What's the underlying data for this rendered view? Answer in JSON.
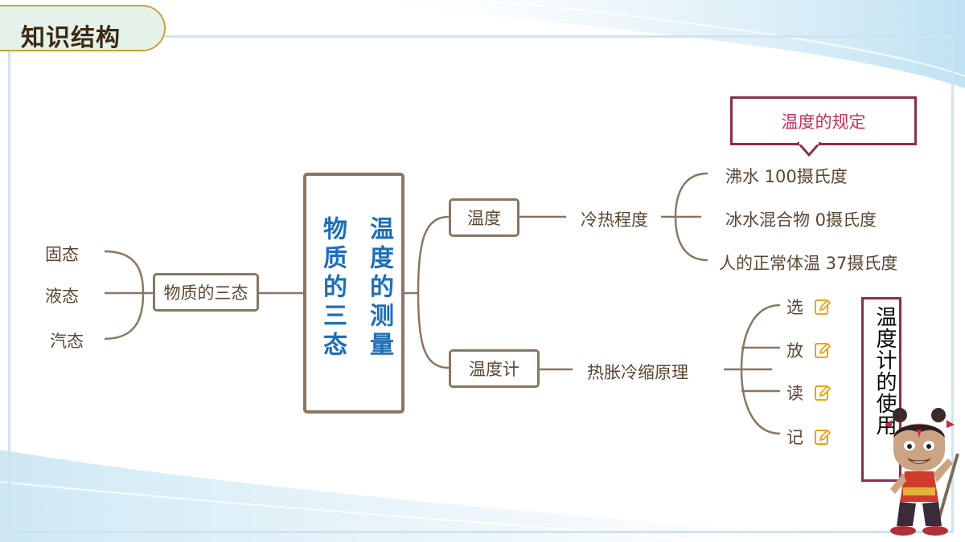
{
  "badge": {
    "title": "知识结构"
  },
  "central": {
    "col1": "物质的三态",
    "col2": "温度的测量"
  },
  "left_branch": {
    "label": "物质的三态",
    "items": [
      "固态",
      "液态",
      "汽态"
    ]
  },
  "temperature": {
    "label": "温度",
    "sub": "冷热程度",
    "callout": "温度的规定",
    "leaves": [
      {
        "text": "沸水 100摄氏度"
      },
      {
        "text": "冰水混合物 0摄氏度"
      },
      {
        "text": "人的正常体温 37摄氏度"
      }
    ]
  },
  "thermometer": {
    "label": "温度计",
    "sub": "热胀冷缩原理",
    "steps": [
      "选",
      "放",
      "读",
      "记"
    ],
    "usage_title": "温度计的使用"
  },
  "colors": {
    "line": "#8a7663",
    "central_text": "#1d6fb8",
    "callout_border": "#8a2e4b",
    "callout_text": "#c0305c",
    "icon": "#e8a317"
  }
}
